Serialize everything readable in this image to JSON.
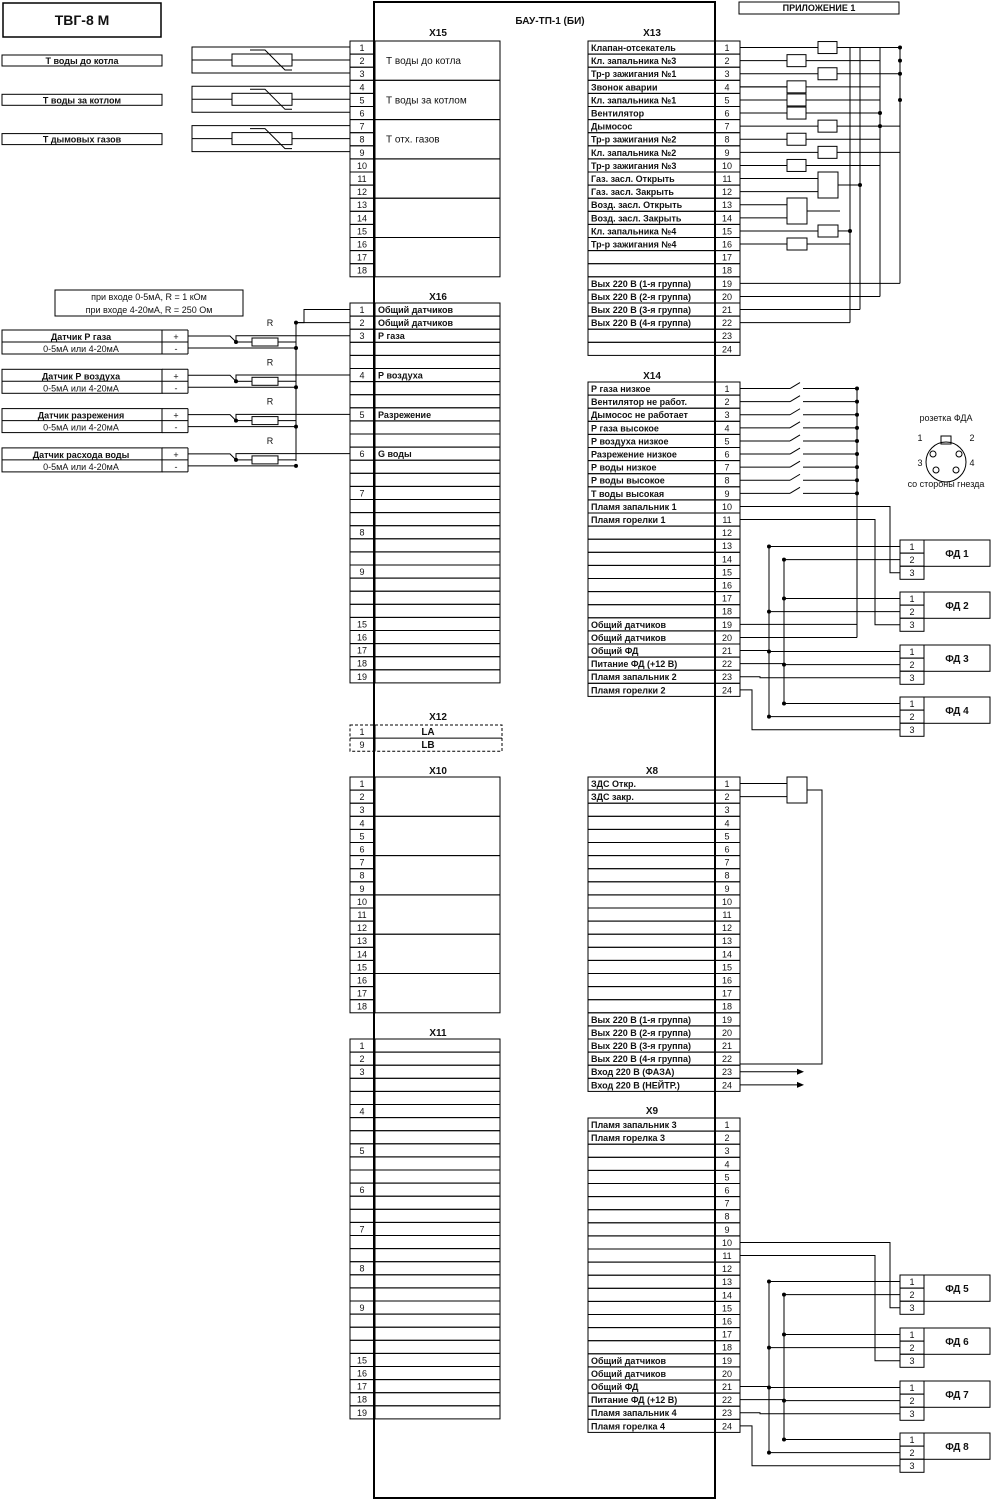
{
  "document": {
    "model": "ТВГ-8 М",
    "appendix": "ПРИЛОЖЕНИЕ 1",
    "unit": "БАУ-ТП-1 (БИ)"
  },
  "temp_sensors": [
    {
      "label": "Т воды до котла",
      "x15_terms": [
        "1",
        "2",
        "3"
      ],
      "x15_desc": "Т воды до котла"
    },
    {
      "label": "Т воды за котлом",
      "x15_terms": [
        "4",
        "5",
        "6"
      ],
      "x15_desc": "Т воды за котлом"
    },
    {
      "label": "Т дымовых газов",
      "x15_terms": [
        "7",
        "8",
        "9"
      ],
      "x15_desc": "Т отх. газов"
    }
  ],
  "resistor_note": [
    "при входе 0-5мА, R = 1 кОм",
    "при входе 4-20мА, R = 250 Ом"
  ],
  "resistor_label": "R",
  "analog_sensors": [
    {
      "name": "Датчик Р газа",
      "range": "0-5мА или 4-20мА",
      "plus": "+",
      "minus": "-"
    },
    {
      "name": "Датчик Р воздуха",
      "range": "0-5мА или 4-20мА",
      "plus": "+",
      "minus": "-"
    },
    {
      "name": "Датчик разрежения",
      "range": "0-5мА или 4-20мА",
      "plus": "+",
      "minus": "-"
    },
    {
      "name": "Датчик расхода воды",
      "range": "0-5мА или 4-20мА",
      "plus": "+",
      "minus": "-"
    }
  ],
  "x15": {
    "title": "X15",
    "rows": [
      "1",
      "2",
      "3",
      "4",
      "5",
      "6",
      "7",
      "8",
      "9",
      "10",
      "11",
      "12",
      "13",
      "14",
      "15",
      "16",
      "17",
      "18"
    ],
    "groups": [
      "Т воды до котла",
      "Т воды за котлом",
      "Т отх. газов",
      "",
      "",
      ""
    ]
  },
  "x16": {
    "title": "X16",
    "rows": [
      {
        "num": "1",
        "label": "Общий датчиков"
      },
      {
        "num": "2",
        "label": "Общий датчиков"
      },
      {
        "num": "3",
        "label": "Р газа"
      },
      {
        "num": "",
        "label": ""
      },
      {
        "num": "",
        "label": ""
      },
      {
        "num": "4",
        "label": "Р воздуха"
      },
      {
        "num": "",
        "label": ""
      },
      {
        "num": "",
        "label": ""
      },
      {
        "num": "5",
        "label": "Разрежение"
      },
      {
        "num": "",
        "label": ""
      },
      {
        "num": "",
        "label": ""
      },
      {
        "num": "6",
        "label": "G воды"
      },
      {
        "num": "",
        "label": ""
      },
      {
        "num": "",
        "label": ""
      },
      {
        "num": "7",
        "label": ""
      },
      {
        "num": "",
        "label": ""
      },
      {
        "num": "",
        "label": ""
      },
      {
        "num": "8",
        "label": ""
      },
      {
        "num": "",
        "label": ""
      },
      {
        "num": "",
        "label": ""
      },
      {
        "num": "9",
        "label": ""
      },
      {
        "num": "",
        "label": ""
      },
      {
        "num": "",
        "label": ""
      },
      {
        "num": "",
        "label": ""
      },
      {
        "num": "15",
        "label": ""
      },
      {
        "num": "16",
        "label": ""
      },
      {
        "num": "17",
        "label": ""
      },
      {
        "num": "18",
        "label": ""
      },
      {
        "num": "19",
        "label": ""
      }
    ]
  },
  "x12": {
    "title": "X12",
    "rows": [
      {
        "num": "1",
        "label": "LA"
      },
      {
        "num": "9",
        "label": "LB"
      }
    ]
  },
  "x10": {
    "title": "X10",
    "rows": [
      "1",
      "2",
      "3",
      "4",
      "5",
      "6",
      "7",
      "8",
      "9",
      "10",
      "11",
      "12",
      "13",
      "14",
      "15",
      "16",
      "17",
      "18"
    ]
  },
  "x11": {
    "title": "X11",
    "rows": [
      "1",
      "2",
      "3",
      "",
      "",
      "4",
      "",
      "",
      "5",
      "",
      "",
      "6",
      "",
      "",
      "7",
      "",
      "",
      "8",
      "",
      "",
      "9",
      "",
      "",
      "",
      "15",
      "16",
      "17",
      "18",
      "19"
    ]
  },
  "x13": {
    "title": "X13",
    "rows": [
      {
        "label": "Клапан-отсекатель",
        "num": "1"
      },
      {
        "label": "Кл. запальника №3",
        "num": "2"
      },
      {
        "label": "Тр-р зажигания №1",
        "num": "3"
      },
      {
        "label": "Звонок аварии",
        "num": "4"
      },
      {
        "label": "Кл. запальника №1",
        "num": "5"
      },
      {
        "label": "Вентилятор",
        "num": "6"
      },
      {
        "label": "Дымосос",
        "num": "7"
      },
      {
        "label": "Тр-р зажигания №2",
        "num": "8"
      },
      {
        "label": "Кл. запальника №2",
        "num": "9"
      },
      {
        "label": "Тр-р зажигания №3",
        "num": "10"
      },
      {
        "label": "Газ. засл. Открыть",
        "num": "11"
      },
      {
        "label": "Газ. засл. Закрыть",
        "num": "12"
      },
      {
        "label": "Возд. засл. Открыть",
        "num": "13"
      },
      {
        "label": "Возд. засл. Закрыть",
        "num": "14"
      },
      {
        "label": "Кл. запальника №4",
        "num": "15"
      },
      {
        "label": "Тр-р зажигания №4",
        "num": "16"
      },
      {
        "label": "",
        "num": "17"
      },
      {
        "label": "",
        "num": "18"
      },
      {
        "label": "Вых 220 В (1-я группа)",
        "num": "19"
      },
      {
        "label": "Вых 220 В (2-я группа)",
        "num": "20"
      },
      {
        "label": "Вых 220 В (3-я группа)",
        "num": "21"
      },
      {
        "label": "Вых 220 В (4-я группа)",
        "num": "22"
      },
      {
        "label": "",
        "num": "23"
      },
      {
        "label": "",
        "num": "24"
      }
    ]
  },
  "x14": {
    "title": "X14",
    "rows": [
      {
        "label": "Р газа низкое",
        "num": "1"
      },
      {
        "label": "Вентилятор не работ.",
        "num": "2"
      },
      {
        "label": "Дымосос не работает",
        "num": "3"
      },
      {
        "label": "Р газа высокое",
        "num": "4"
      },
      {
        "label": "Р воздуха низкое",
        "num": "5"
      },
      {
        "label": "Разрежение низкое",
        "num": "6"
      },
      {
        "label": "Р воды низкое",
        "num": "7"
      },
      {
        "label": "Р воды высокое",
        "num": "8"
      },
      {
        "label": "Т воды высокая",
        "num": "9"
      },
      {
        "label": "Пламя запальник 1",
        "num": "10"
      },
      {
        "label": "Пламя горелки 1",
        "num": "11"
      },
      {
        "label": "",
        "num": "12"
      },
      {
        "label": "",
        "num": "13"
      },
      {
        "label": "",
        "num": "14"
      },
      {
        "label": "",
        "num": "15"
      },
      {
        "label": "",
        "num": "16"
      },
      {
        "label": "",
        "num": "17"
      },
      {
        "label": "",
        "num": "18"
      },
      {
        "label": "Общий датчиков",
        "num": "19"
      },
      {
        "label": "Общий датчиков",
        "num": "20"
      },
      {
        "label": "Общий ФД",
        "num": "21"
      },
      {
        "label": "Питание ФД (+12 В)",
        "num": "22"
      },
      {
        "label": "Пламя запальник 2",
        "num": "23"
      },
      {
        "label": "Пламя горелки 2",
        "num": "24"
      }
    ]
  },
  "x8": {
    "title": "X8",
    "rows": [
      {
        "label": "ЗДС Откр.",
        "num": "1"
      },
      {
        "label": "ЗДС закр.",
        "num": "2"
      },
      {
        "label": "",
        "num": "3"
      },
      {
        "label": "",
        "num": "4"
      },
      {
        "label": "",
        "num": "5"
      },
      {
        "label": "",
        "num": "6"
      },
      {
        "label": "",
        "num": "7"
      },
      {
        "label": "",
        "num": "8"
      },
      {
        "label": "",
        "num": "9"
      },
      {
        "label": "",
        "num": "10"
      },
      {
        "label": "",
        "num": "11"
      },
      {
        "label": "",
        "num": "12"
      },
      {
        "label": "",
        "num": "13"
      },
      {
        "label": "",
        "num": "14"
      },
      {
        "label": "",
        "num": "15"
      },
      {
        "label": "",
        "num": "16"
      },
      {
        "label": "",
        "num": "17"
      },
      {
        "label": "",
        "num": "18"
      },
      {
        "label": "Вых 220 В (1-я группа)",
        "num": "19"
      },
      {
        "label": "Вых 220 В (2-я группа)",
        "num": "20"
      },
      {
        "label": "Вых 220 В (3-я группа)",
        "num": "21"
      },
      {
        "label": "Вых 220 В (4-я группа)",
        "num": "22"
      },
      {
        "label": "Вход 220 В (ФАЗА)",
        "num": "23"
      },
      {
        "label": "Вход 220 В (НЕЙТР.)",
        "num": "24"
      }
    ]
  },
  "x9": {
    "title": "X9",
    "rows": [
      {
        "label": "Пламя запальник 3",
        "num": "1"
      },
      {
        "label": "Пламя горелка 3",
        "num": "2"
      },
      {
        "label": "",
        "num": "3"
      },
      {
        "label": "",
        "num": "4"
      },
      {
        "label": "",
        "num": "5"
      },
      {
        "label": "",
        "num": "6"
      },
      {
        "label": "",
        "num": "7"
      },
      {
        "label": "",
        "num": "8"
      },
      {
        "label": "",
        "num": "9"
      },
      {
        "label": "",
        "num": "10"
      },
      {
        "label": "",
        "num": "11"
      },
      {
        "label": "",
        "num": "12"
      },
      {
        "label": "",
        "num": "13"
      },
      {
        "label": "",
        "num": "14"
      },
      {
        "label": "",
        "num": "15"
      },
      {
        "label": "",
        "num": "16"
      },
      {
        "label": "",
        "num": "17"
      },
      {
        "label": "",
        "num": "18"
      },
      {
        "label": "Общий датчиков",
        "num": "19"
      },
      {
        "label": "Общий датчиков",
        "num": "20"
      },
      {
        "label": "Общий ФД",
        "num": "21"
      },
      {
        "label": "Питание ФД (+12 В)",
        "num": "22"
      },
      {
        "label": "Пламя запальник 4",
        "num": "23"
      },
      {
        "label": "Пламя горелка 4",
        "num": "24"
      }
    ]
  },
  "fd_socket": {
    "title": "розетка ФДА",
    "pins": [
      "1",
      "2",
      "3",
      "4"
    ],
    "caption": "со стороны гнезда"
  },
  "fd_blocks": [
    {
      "label": "ФД 1",
      "pins": [
        "1",
        "2",
        "3"
      ]
    },
    {
      "label": "ФД 2",
      "pins": [
        "1",
        "2",
        "3"
      ]
    },
    {
      "label": "ФД 3",
      "pins": [
        "1",
        "2",
        "3"
      ]
    },
    {
      "label": "ФД 4",
      "pins": [
        "1",
        "2",
        "3"
      ]
    },
    {
      "label": "ФД 5",
      "pins": [
        "1",
        "2",
        "3"
      ]
    },
    {
      "label": "ФД 6",
      "pins": [
        "1",
        "2",
        "3"
      ]
    },
    {
      "label": "ФД 7",
      "pins": [
        "1",
        "2",
        "3"
      ]
    },
    {
      "label": "ФД 8",
      "pins": [
        "1",
        "2",
        "3"
      ]
    }
  ]
}
